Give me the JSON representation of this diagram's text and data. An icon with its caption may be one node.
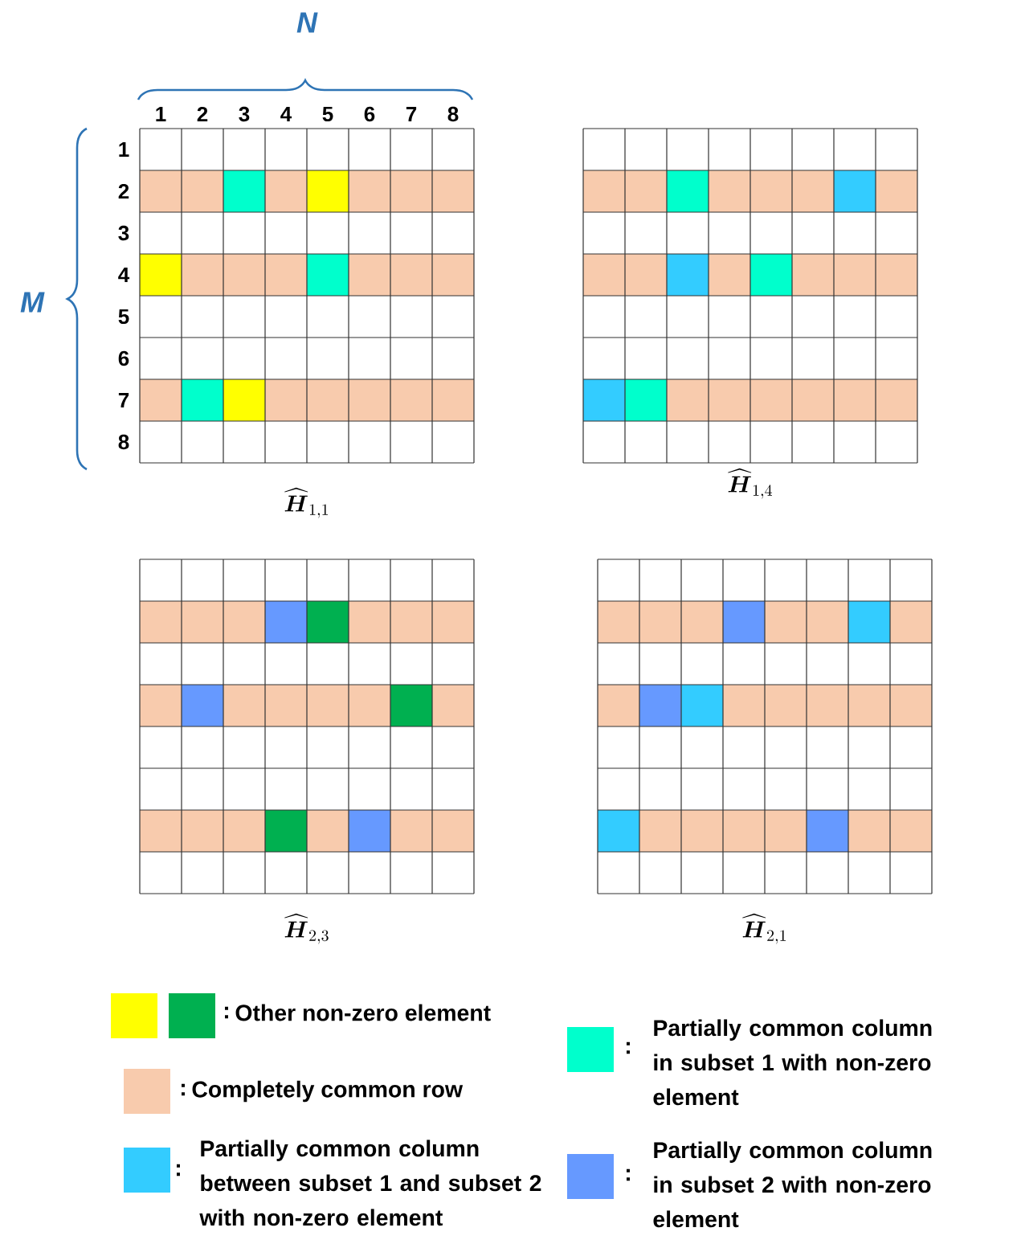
{
  "diagram": {
    "labels": [
      "N",
      "1",
      "2",
      "3",
      "4",
      "5",
      "6",
      "7",
      "8",
      "M",
      "1",
      "2",
      "3",
      "4",
      "5",
      "6",
      "7",
      "8",
      "\\widehat{\\boldsymbol{H}}_{1,1}",
      "\\widehat{\\boldsymbol{H}}_{1,4}",
      "\\widehat{\\boldsymbol{H}}_{2,3}",
      "\\widehat{\\boldsymbol{H}}_{2,1}",
      ":",
      ":",
      ":",
      ":",
      ":"
    ],
    "legend": [
      {
        "text": "Other non-zero element",
        "color": "#ffff00"
      },
      {
        "text": "Completely common row",
        "color": "#f8cbad"
      },
      {
        "text": "Partially common column between subset 1 and subset 2 with non-zero element",
        "color": "#33ccff"
      },
      {
        "text": "Partially common column in subset 1 with non-zero element",
        "color": "#00ffcc"
      },
      {
        "text": "Partially common column in subset 2 with non-zero element",
        "color": "#6699ff"
      }
    ]
  }
}
